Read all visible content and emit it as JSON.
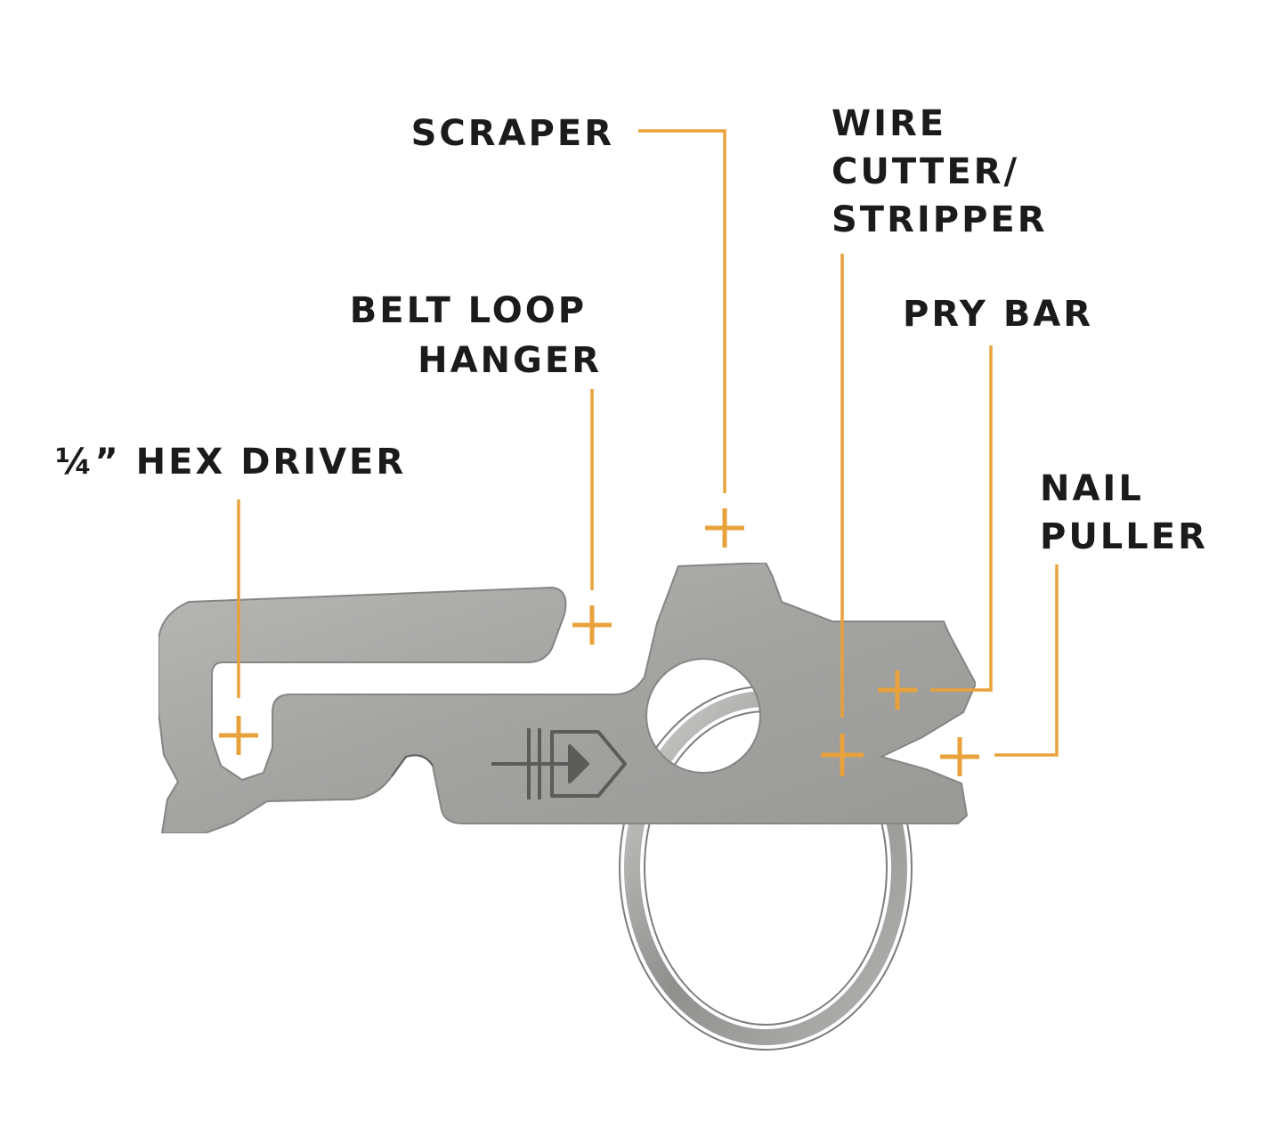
{
  "colors": {
    "accent": "#e9a23b",
    "text": "#1b1b1b",
    "metal": "#a7a7a5",
    "background": "#ffffff"
  },
  "callouts": [
    {
      "id": "scraper",
      "lines": [
        "SCRAPER"
      ]
    },
    {
      "id": "wire-cutter-stripper",
      "lines": [
        "WIRE",
        "CUTTER/",
        "STRIPPER"
      ]
    },
    {
      "id": "belt-loop-hanger",
      "lines": [
        "BELT LOOP",
        "HANGER"
      ]
    },
    {
      "id": "pry-bar",
      "lines": [
        "PRY BAR"
      ]
    },
    {
      "id": "hex-driver",
      "lines": [
        "¼” HEX DRIVER"
      ]
    },
    {
      "id": "nail-puller",
      "lines": [
        "NAIL",
        "PULLER"
      ]
    }
  ],
  "tool": {
    "logo_icon": "gerber-logo-icon",
    "ring_icon": "key-ring-icon"
  }
}
